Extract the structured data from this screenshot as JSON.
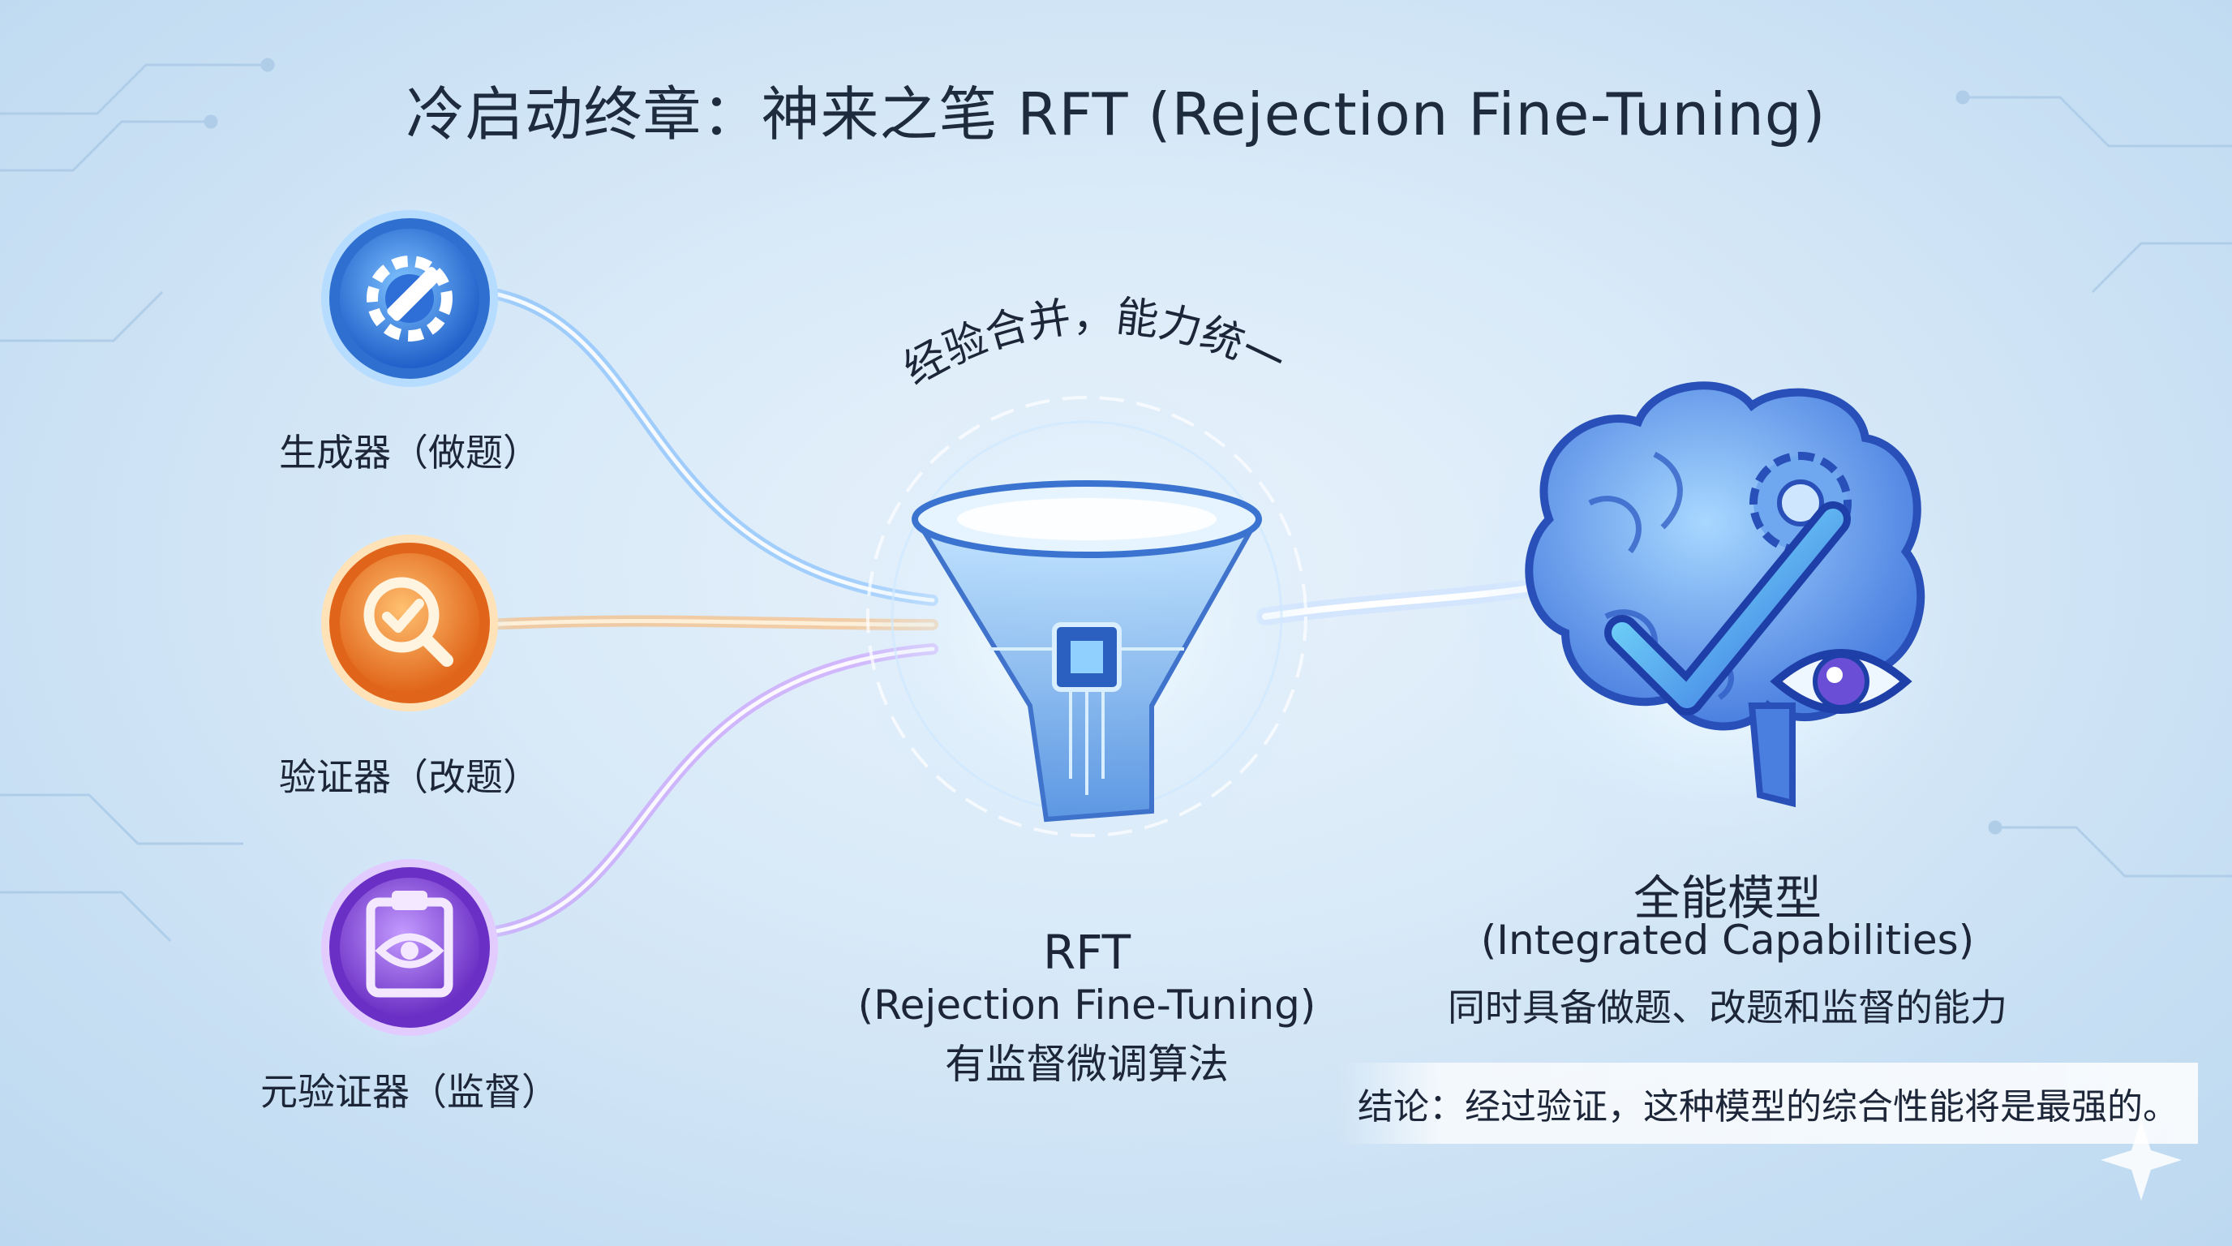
{
  "title": "冷启动终章：神来之笔 RFT (Rejection Fine-Tuning)",
  "sources": [
    {
      "label": "生成器（做题）",
      "icon": "gear-pencil-icon",
      "color": "#3a86e0"
    },
    {
      "label": "验证器（改题）",
      "icon": "magnifier-check-icon",
      "color": "#f08a32"
    },
    {
      "label": "元验证器（监督）",
      "icon": "clipboard-eye-icon",
      "color": "#8a4fd6"
    }
  ],
  "merge_caption": "经验合并，能力统一",
  "rft": {
    "title": "RFT",
    "subtitle": "(Rejection Fine-Tuning)",
    "description": "有监督微调算法"
  },
  "model": {
    "title": "全能模型",
    "subtitle": "(Integrated Capabilities)",
    "description": "同时具备做题、改题和监督的能力"
  },
  "conclusion": "结论：经过验证，这种模型的综合性能将是最强的。",
  "colors": {
    "blue": "#3a86e0",
    "orange": "#f08a32",
    "purple": "#8a4fd6",
    "glow": "#ffffff"
  }
}
